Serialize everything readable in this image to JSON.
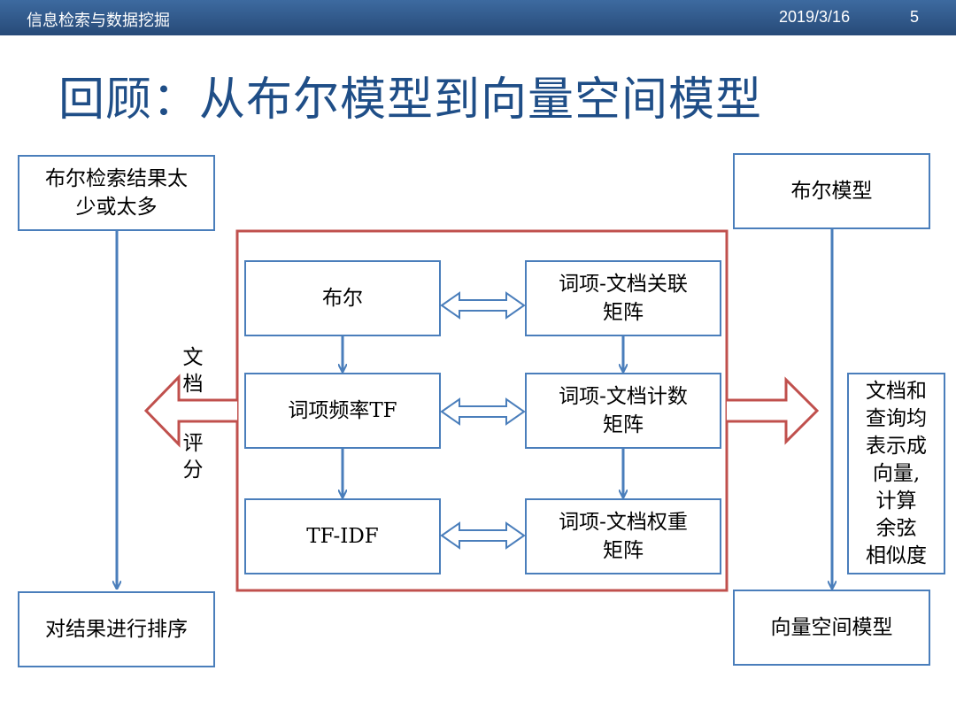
{
  "header": {
    "course": "信息检索与数据挖掘",
    "date": "2019/3/16",
    "page": "5"
  },
  "title": "回顾：从布尔模型到向量空间模型",
  "left": {
    "problem": [
      "布尔检索结果太",
      "少或太多"
    ],
    "doc_score_top": [
      "文",
      "档"
    ],
    "doc_score_bottom": [
      "评",
      "分"
    ],
    "result": "对结果进行排序"
  },
  "center": {
    "boolean": "布尔",
    "tf": "词项频率TF",
    "tfidf": "TF-IDF",
    "incidence_matrix": [
      "词项-文档关联",
      "矩阵"
    ],
    "count_matrix": [
      "词项-文档计数",
      "矩阵"
    ],
    "weight_matrix": [
      "词项-文档权重",
      "矩阵"
    ]
  },
  "right": {
    "boolean_model": "布尔模型",
    "description": [
      "文档和",
      "查询均",
      "表示成",
      "向量,",
      "计算",
      "余弦",
      "相似度"
    ],
    "vector_space_model": "向量空间模型"
  },
  "colors": {
    "header_bg": "#2f5b8f",
    "title": "#1f4e87",
    "box_border": "#4a7ebb",
    "frame_border": "#c0504d"
  }
}
